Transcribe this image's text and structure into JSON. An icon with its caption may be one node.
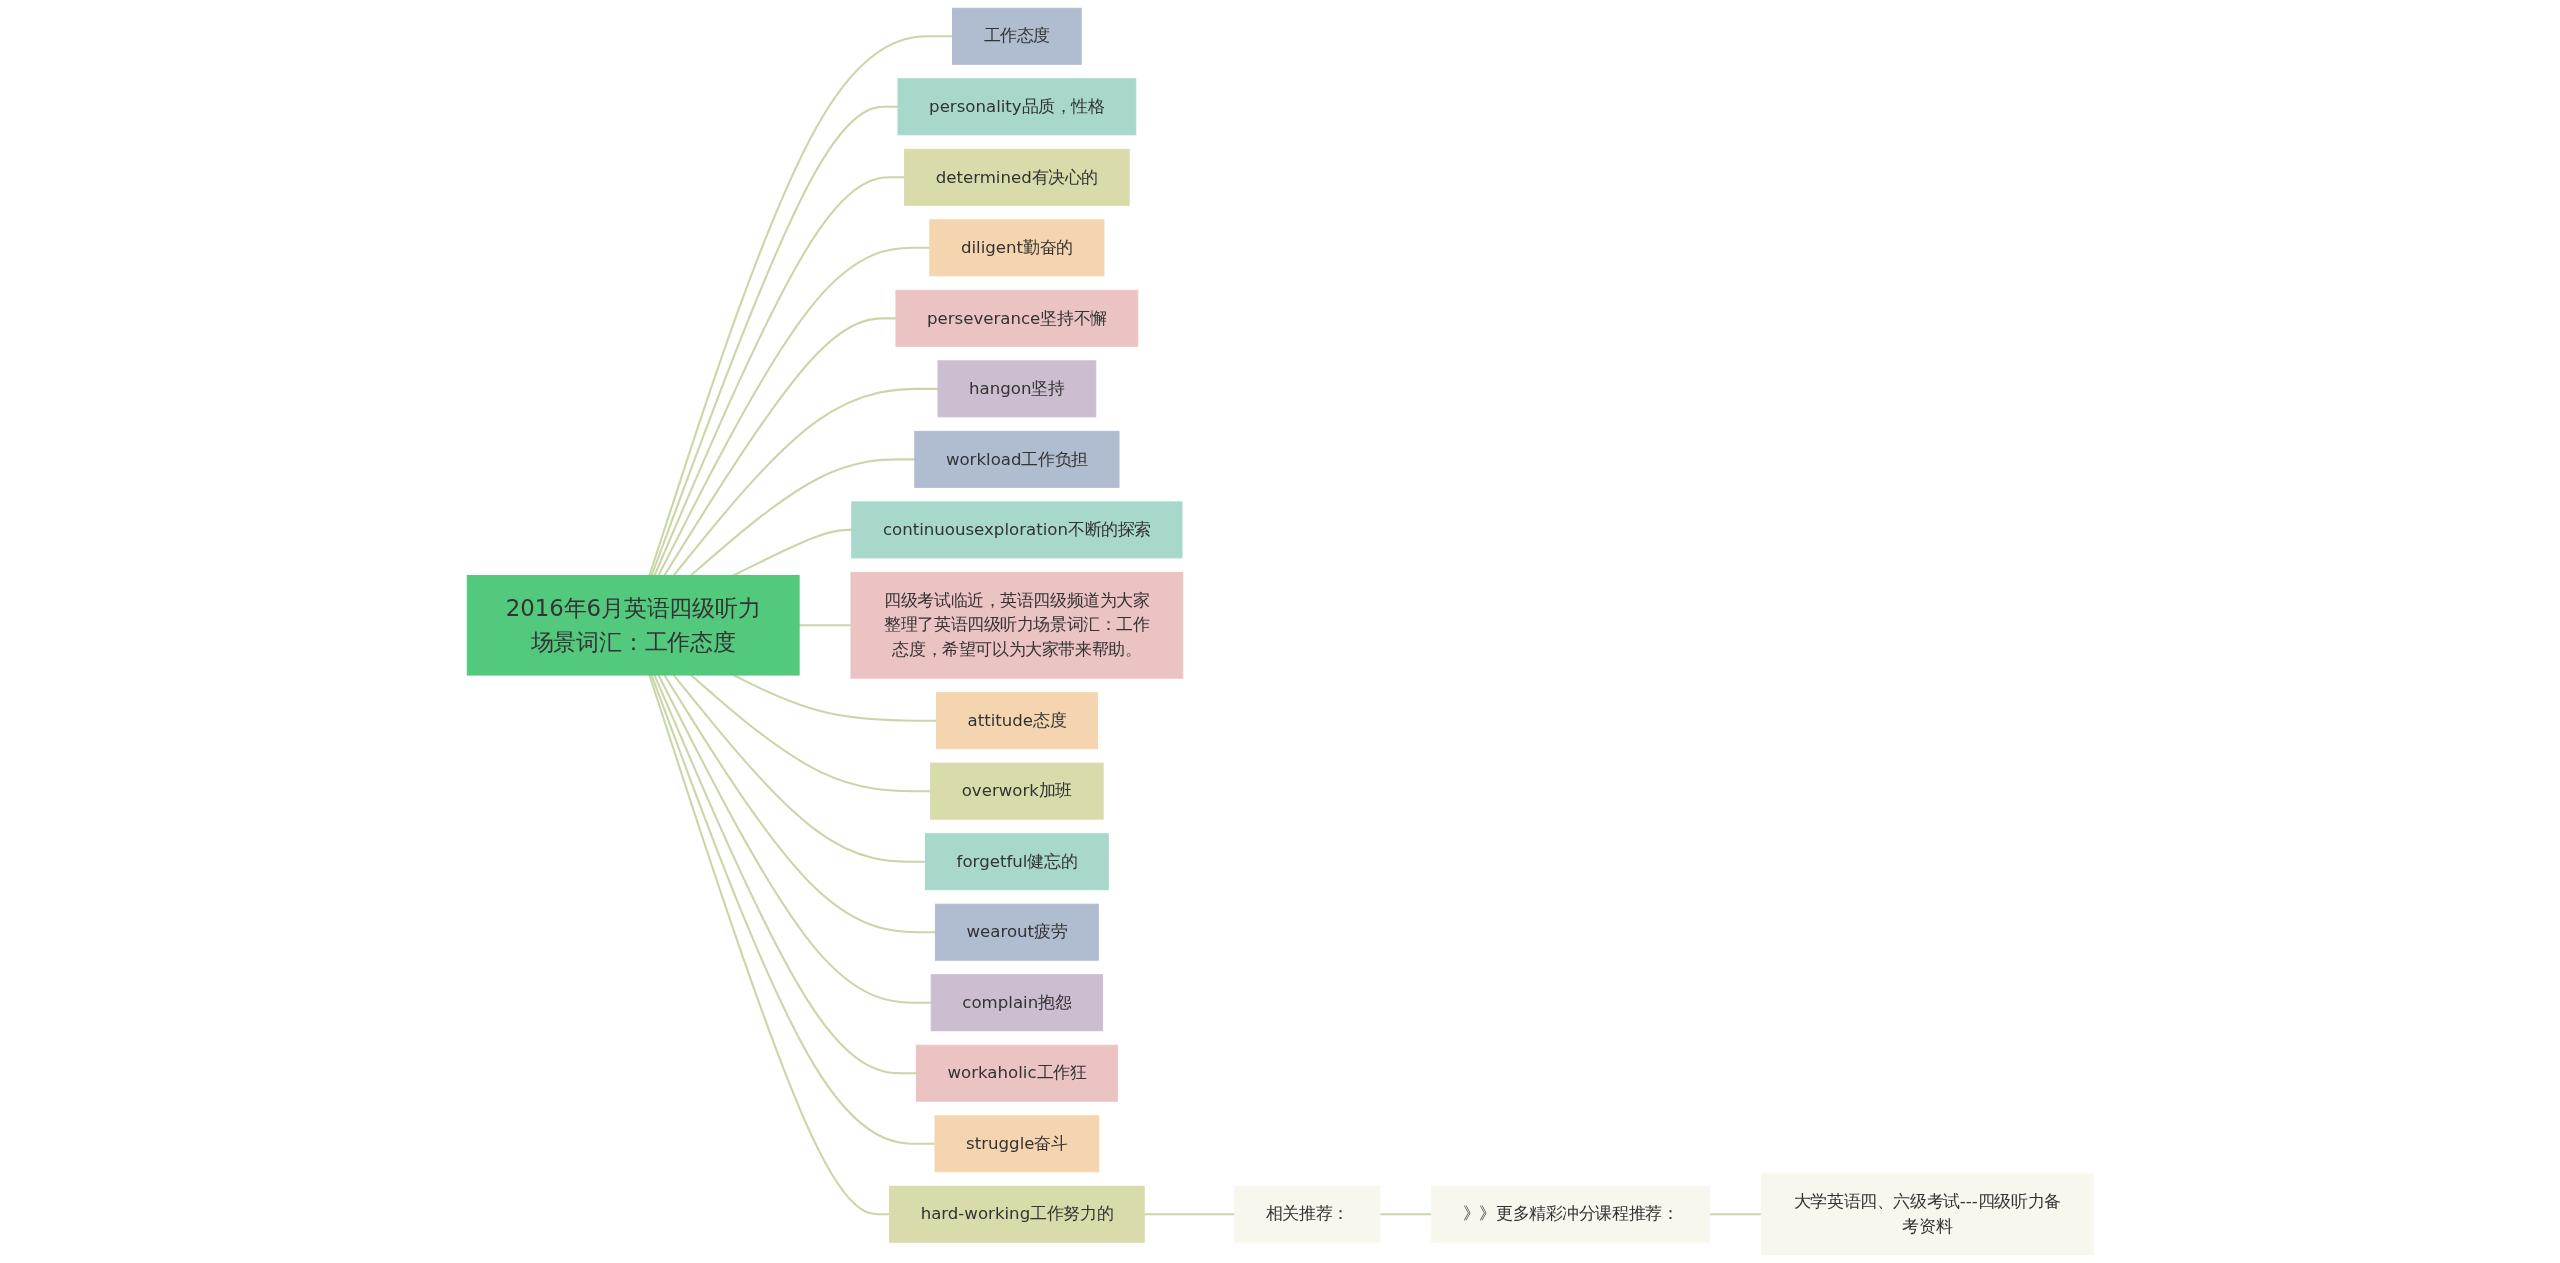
{
  "diagram": {
    "nodes": [
      {
        "text": [
          "2016年6月英语四级听力场景词汇：工作态度"
        ]
      },
      {
        "text": [
          "工作态度"
        ]
      },
      {
        "text": [
          "personality品质，性格"
        ]
      },
      {
        "text": [
          "determined有决心的"
        ]
      },
      {
        "text": [
          "diligent勤奋的"
        ]
      },
      {
        "text": [
          "perseverance坚持不懈"
        ]
      },
      {
        "text": [
          "hangon坚持"
        ]
      },
      {
        "text": [
          "workload工作负担"
        ]
      },
      {
        "text": [
          "continuousexploration不断的探索"
        ]
      },
      {
        "text": [
          "四级考试临近，英语四级频道为大家整理了英语四级听力场景词汇：工作态度，希望可以为大家带来帮助。"
        ]
      },
      {
        "text": [
          "attitude态度"
        ]
      },
      {
        "text": [
          "overwork加班"
        ]
      },
      {
        "text": [
          "forgetful健忘的"
        ]
      },
      {
        "text": [
          "wearout疲劳"
        ]
      },
      {
        "text": [
          "complain抱怨"
        ]
      },
      {
        "text": [
          "workaholic工作狂"
        ]
      },
      {
        "text": [
          "struggle奋斗"
        ]
      },
      {
        "text": [
          "hard-working工作努力的"
        ]
      },
      {
        "text": [
          "相关推荐："
        ]
      },
      {
        "text": [
          "》》更多精彩冲分课程推荐："
        ]
      },
      {
        "text": [
          "大学英语四、六级考试---四级听力备考资料"
        ]
      }
    ],
    "edges": [
      {
        "from": 0,
        "to": 1,
        "arrow": "none"
      },
      {
        "from": 0,
        "to": 2,
        "arrow": "none"
      },
      {
        "from": 0,
        "to": 3,
        "arrow": "none"
      },
      {
        "from": 0,
        "to": 4,
        "arrow": "none"
      },
      {
        "from": 0,
        "to": 5,
        "arrow": "none"
      },
      {
        "from": 0,
        "to": 6,
        "arrow": "none"
      },
      {
        "from": 0,
        "to": 7,
        "arrow": "none"
      },
      {
        "from": 0,
        "to": 8,
        "arrow": "none"
      },
      {
        "from": 0,
        "to": 9,
        "arrow": "none"
      },
      {
        "from": 0,
        "to": 10,
        "arrow": "none"
      },
      {
        "from": 0,
        "to": 11,
        "arrow": "none"
      },
      {
        "from": 0,
        "to": 12,
        "arrow": "none"
      },
      {
        "from": 0,
        "to": 13,
        "arrow": "none"
      },
      {
        "from": 0,
        "to": 14,
        "arrow": "none"
      },
      {
        "from": 0,
        "to": 15,
        "arrow": "none"
      },
      {
        "from": 0,
        "to": 16,
        "arrow": "none"
      },
      {
        "from": 0,
        "to": 17,
        "arrow": "none"
      },
      {
        "from": 17,
        "to": 18,
        "arrow": "none"
      },
      {
        "from": 18,
        "to": 19,
        "arrow": "none"
      },
      {
        "from": 19,
        "to": 20,
        "arrow": "none"
      }
    ]
  }
}
